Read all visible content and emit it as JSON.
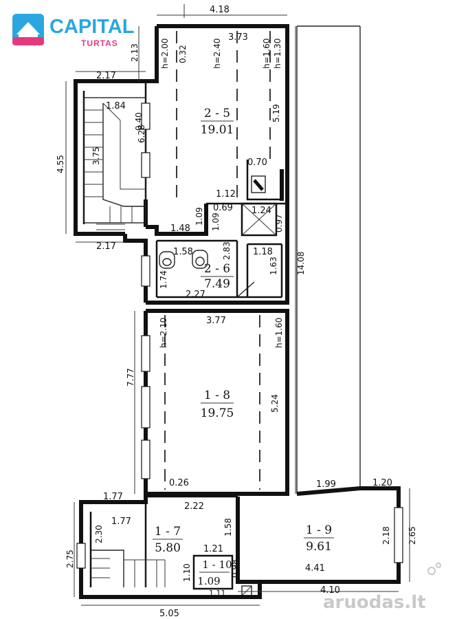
{
  "logo": {
    "name": "CAPITAL",
    "sub": "TURTAS",
    "primary": "#2aa7df",
    "accent": "#e6397c"
  },
  "watermark": {
    "text": "aruodas.lt"
  },
  "rooms": [
    {
      "id": "2 - 5",
      "area": "19.01"
    },
    {
      "id": "2 - 6",
      "area": "7.49"
    },
    {
      "id": "1 - 8",
      "area": "19.75"
    },
    {
      "id": "1 - 7",
      "area": "5.80"
    },
    {
      "id": "1 - 9",
      "area": "9.61"
    },
    {
      "id": "1 - 10",
      "area": "1.09"
    }
  ],
  "dimensions": {
    "top_width": "4.18",
    "d_2_13": "2.13",
    "d_2_17_top": "2.17",
    "d_4_55": "4.55",
    "d_6_28": "6.28",
    "d_1_84": "1.84",
    "d_0_40": "0.40",
    "d_3_75": "3.75",
    "d_2_17_bottom": "2.17",
    "d_1_48": "1.48",
    "d_1_09a": "1.09",
    "d_1_09b": "1.09",
    "d_1_12": "1.12",
    "d_0_69": "0.69",
    "d_0_32": "0.32",
    "d_3_73": "3.73",
    "d_5_19": "5.19",
    "d_0_70": "0.70",
    "d_1_24": "1.24",
    "d_0_97": "0.97",
    "d_14_08": "14.08",
    "d_1_58a": "1.58",
    "d_2_83": "2.83",
    "d_1_18": "1.18",
    "d_1_63": "1.63",
    "d_1_74": "1.74",
    "d_2_27": "2.27",
    "d_3_77": "3.77",
    "d_7_77": "7.77",
    "d_5_24": "5.24",
    "d_0_26": "0.26",
    "d_1_77a": "1.77",
    "d_1_99": "1.99",
    "d_1_20": "1.20",
    "d_2_22": "2.22",
    "d_1_77b": "1.77",
    "d_1_58b": "1.58",
    "d_2_30": "2.30",
    "d_2_75": "2.75",
    "d_1_21": "1.21",
    "d_1_10": "1.10",
    "d_0_98": "0.98",
    "d_1_11": "1.11",
    "d_2_18": "2.18",
    "d_2_65": "2.65",
    "d_4_41": "4.41",
    "d_4_10": "4.10",
    "d_5_05": "5.05"
  },
  "heights": {
    "h_2_00": "h=2.00",
    "h_2_40": "h=2.40",
    "h_1_60a": "h=1.60",
    "h_1_30": "h=1.30",
    "h_2_10": "h=2.10",
    "h_1_60b": "h=1.60"
  }
}
